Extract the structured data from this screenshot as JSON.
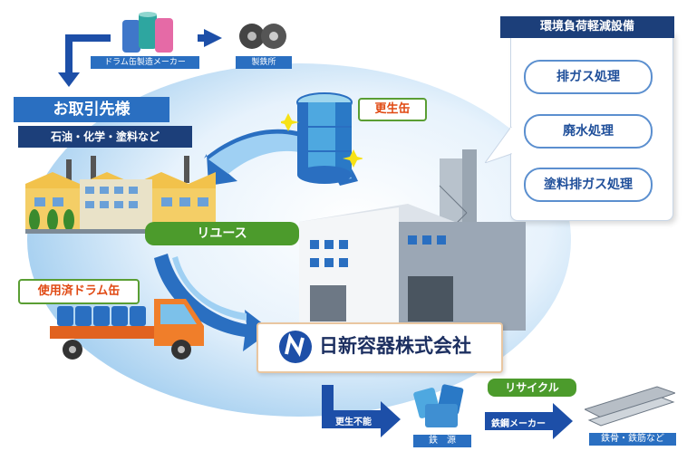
{
  "supplier": {
    "maker_label": "ドラム缶製造メーカー",
    "steel_label": "製鉄所"
  },
  "customers": {
    "title": "お取引先様",
    "subtitle": "石油・化学・塗料など"
  },
  "env_panel": {
    "title": "環境負荷軽減設備",
    "items": [
      "排ガス処理",
      "廃水処理",
      "塗料排ガス処理"
    ]
  },
  "tags": {
    "reconditioned": "更生缶",
    "reuse": "リユース",
    "used_drums": "使用済ドラム缶",
    "recycle": "リサイクル"
  },
  "company": {
    "name": "日新容器株式会社"
  },
  "bottom_flow": {
    "unusable": "更生不能",
    "iron_source": "鉄　源",
    "steel_maker": "鉄鋼メーカー",
    "products": "鉄骨・鉄筋など"
  },
  "colors": {
    "accent_blue": "#2a6fc1",
    "green": "#4c9b2c",
    "orange_red": "#e04a14",
    "navy_arrow": "#1d4fa8"
  }
}
